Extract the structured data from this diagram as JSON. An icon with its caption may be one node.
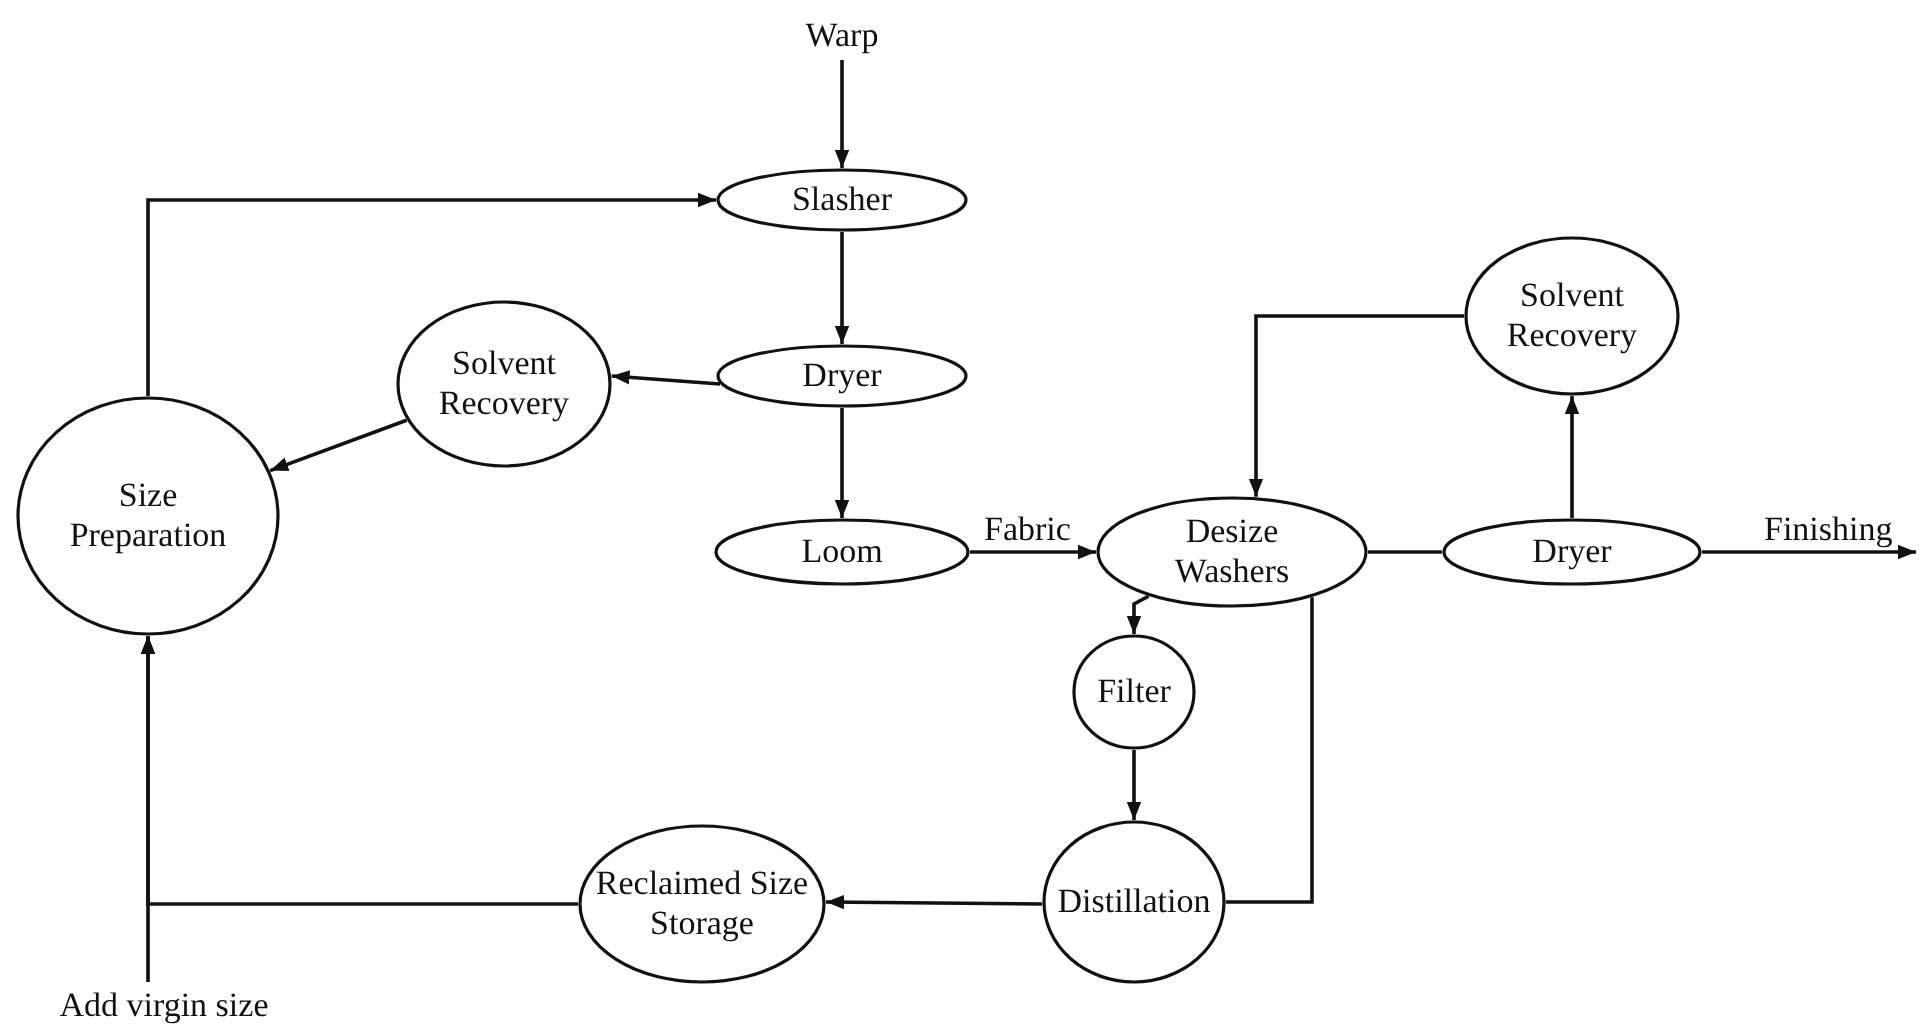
{
  "diagram": {
    "nodes": [
      {
        "text": [
          "Warp"
        ]
      },
      {
        "text": [
          "Slasher"
        ]
      },
      {
        "text": [
          "Dryer"
        ]
      },
      {
        "text": [
          "Solvent Recovery"
        ]
      },
      {
        "text": [
          "Size Preparation"
        ]
      },
      {
        "text": [
          "Loom"
        ]
      },
      {
        "text": [
          "Desize Washers"
        ]
      },
      {
        "text": [
          "Solvent Recovery"
        ]
      },
      {
        "text": [
          "Dryer"
        ]
      },
      {
        "text": [
          "Filter"
        ]
      },
      {
        "text": [
          "Distillation"
        ]
      },
      {
        "text": [
          "Reclaimed Size Storage"
        ]
      },
      {
        "text": [
          "Add virgin size"
        ]
      }
    ],
    "edges": [
      {
        "from": 0,
        "to": 1,
        "arrow": "to"
      },
      {
        "from": 4,
        "to": 1,
        "arrow": "to"
      },
      {
        "from": 1,
        "to": 2,
        "arrow": "to"
      },
      {
        "from": 2,
        "to": 3,
        "arrow": "to"
      },
      {
        "from": 3,
        "to": 4,
        "arrow": "to"
      },
      {
        "from": 2,
        "to": 5,
        "arrow": "to"
      },
      {
        "from": 5,
        "to": 6,
        "arrow": "to",
        "label": "Fabric"
      },
      {
        "from": 7,
        "to": 6,
        "arrow": "to"
      },
      {
        "from": 6,
        "to": 8,
        "arrow": "none"
      },
      {
        "from": 8,
        "to": 7,
        "arrow": "to"
      },
      {
        "from": 8,
        "to": null,
        "arrow": "to",
        "label": "Finishing"
      },
      {
        "from": 6,
        "to": 9,
        "arrow": "to"
      },
      {
        "from": 9,
        "to": 10,
        "arrow": "to"
      },
      {
        "from": 6,
        "to": 10,
        "arrow": "none"
      },
      {
        "from": 10,
        "to": 11,
        "arrow": "to"
      },
      {
        "from": 11,
        "to": 4,
        "arrow": "to"
      },
      {
        "from": 12,
        "to": 4,
        "arrow": "to"
      }
    ]
  }
}
